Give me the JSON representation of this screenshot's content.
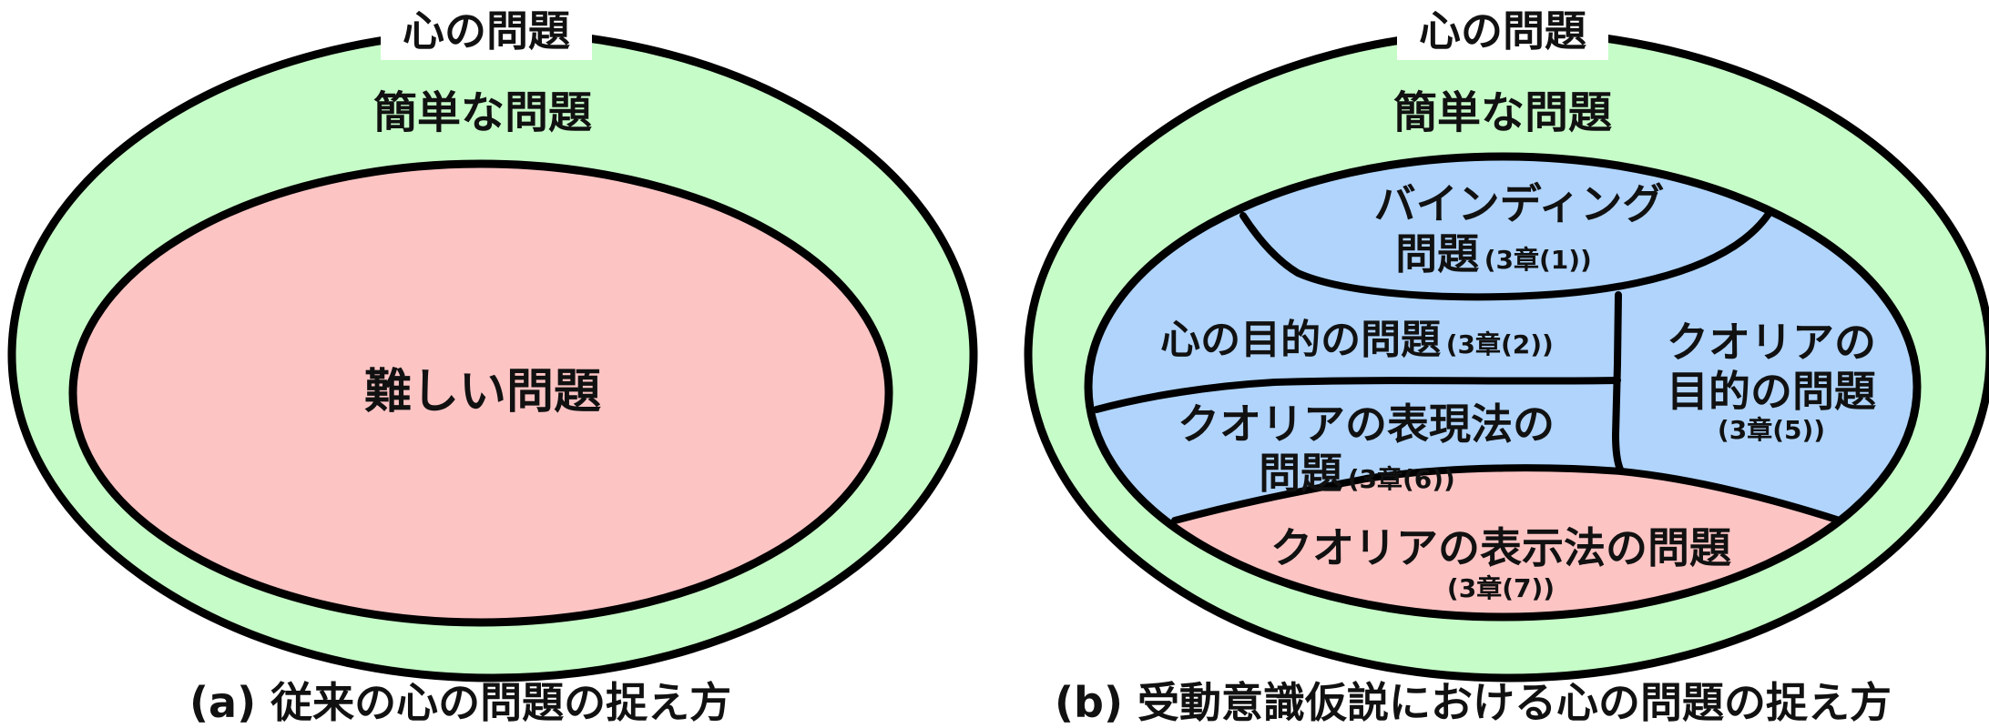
{
  "colors": {
    "outer_fill": "#C6FCC8",
    "hard_fill": "#FDC4C4",
    "region_blue": "#B0D4FC",
    "stroke": "#000000",
    "text": "#111111"
  },
  "left_diagram": {
    "outer_label": "心の問題",
    "easy_label": "簡単な問題",
    "hard_label": "難しい問題",
    "caption": "(a)  従来の心の問題の捉え方"
  },
  "right_diagram": {
    "outer_label": "心の問題",
    "easy_label": "簡単な問題",
    "regions": {
      "binding": {
        "line1": "バインディング",
        "line2": "問題",
        "ref": "(3章(1))"
      },
      "mind_purpose": {
        "line1": "心の目的の問題",
        "ref": "(3章(2))"
      },
      "qualia_purpose": {
        "line1": "クオリアの",
        "line2": "目的の問題",
        "ref": "(3章(5))"
      },
      "qualia_expression": {
        "line1": "クオリアの表現法の",
        "line2": "問題",
        "ref": "(3章(6))"
      },
      "qualia_display": {
        "line1": "クオリアの表示法の問題",
        "ref": "(3章(7))"
      }
    },
    "caption": "(b)  受動意識仮説における心の問題の捉え方"
  }
}
